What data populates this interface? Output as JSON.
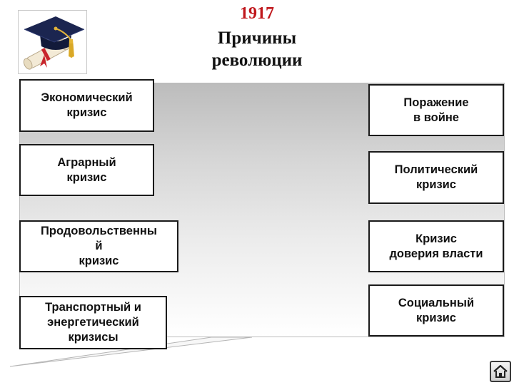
{
  "header": {
    "year": "1917",
    "title": "Причины\nреволюции"
  },
  "logo": {
    "icon": "graduation-cap-with-diploma"
  },
  "causes": {
    "left": [
      {
        "id": "economic",
        "label": "Экономический\nкризис"
      },
      {
        "id": "agrarian",
        "label": "Аграрный\nкризис"
      },
      {
        "id": "food",
        "label": "Продовольственны\nй\nкризис"
      },
      {
        "id": "transport",
        "label": "Транспортный и\nэнергетический\nкризисы"
      }
    ],
    "right": [
      {
        "id": "defeat",
        "label": "Поражение\nв войне"
      },
      {
        "id": "political",
        "label": "Политический\nкризис"
      },
      {
        "id": "trust",
        "label": "Кризис\nдоверия власти"
      },
      {
        "id": "social",
        "label": "Социальный\nкризис"
      }
    ]
  },
  "navigation": {
    "home_icon": "home-icon"
  },
  "colors": {
    "year": "#c0171c",
    "title": "#111111",
    "box_border": "#1a1a1a",
    "panel_top": "#bcbcbc",
    "panel_bottom": "#ffffff"
  }
}
